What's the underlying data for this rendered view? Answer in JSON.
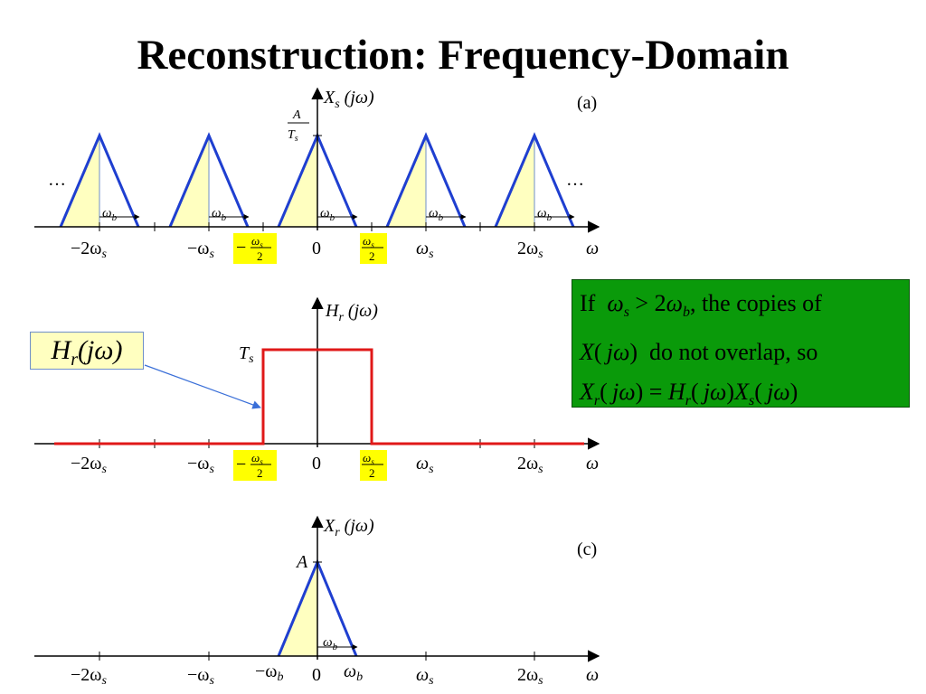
{
  "slide": {
    "title": "Reconstruction: Frequency-Domain"
  },
  "plots": {
    "a": {
      "ylabel": "X_s(jω)",
      "panel_label": "(a)",
      "peak_label": "A / T_s",
      "ellipsis_left": "…",
      "ellipsis_right": "…",
      "bandwidth_label": "ω_b",
      "xlabel": "ω",
      "ticks": [
        "−2ω_s",
        "−ω_s",
        "−ω_s/2",
        "0",
        "ω_s/2",
        "ω_s",
        "2ω_s"
      ]
    },
    "b": {
      "ylabel": "H_r(jω)",
      "level_label": "T_s",
      "xlabel": "ω",
      "ticks": [
        "−2ω_s",
        "−ω_s",
        "−ω_s/2",
        "0",
        "ω_s/2",
        "ω_s",
        "2ω_s"
      ]
    },
    "c": {
      "ylabel": "X_r(jω)",
      "panel_label": "(c)",
      "peak_label": "A",
      "bandwidth_label": "ω_b",
      "xlabel": "ω",
      "ticks": [
        "−2ω_s",
        "−ω_s",
        "−ω_b",
        "0",
        "ω_b",
        "ω_s",
        "2ω_s"
      ]
    }
  },
  "callout": {
    "label": "H_r(jω)"
  },
  "note": {
    "line1_prefix": "If",
    "line1_math": "ω_s > 2ω_b",
    "line1_suffix": ", the copies of",
    "line2_math": "X(jω)",
    "line2_suffix": "do not overlap, so",
    "line3_math": "X_r(jω) = H_r(jω)X_s(jω)"
  },
  "colors": {
    "spectrum": "#1f3fd0",
    "filter": "#e01818",
    "fill": "#ffffc0",
    "highlight": "#ffff00",
    "note_bg": "#0a9a0a"
  }
}
